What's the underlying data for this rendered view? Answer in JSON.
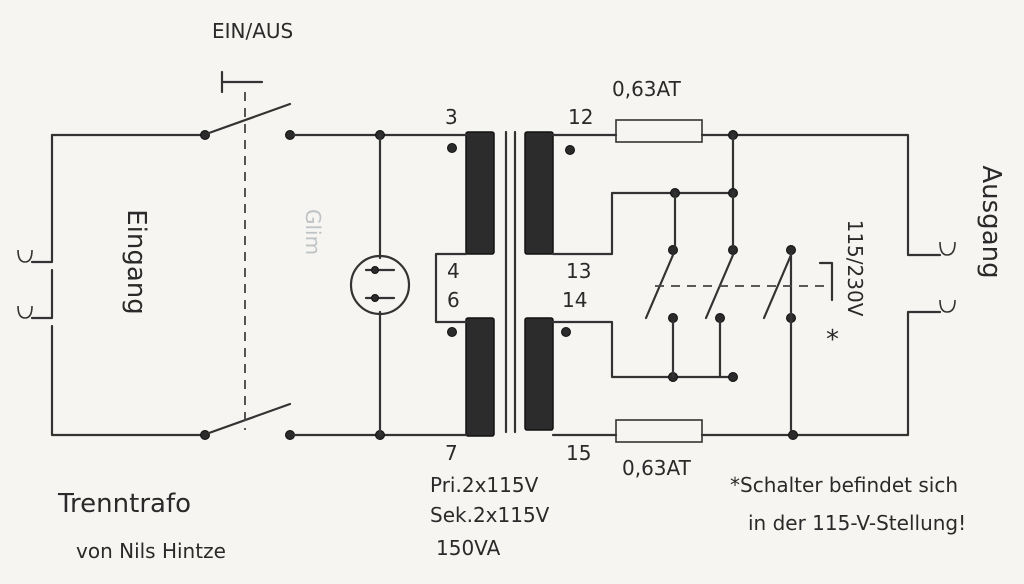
{
  "switch_label": "EIN/AUS",
  "input_label": "Eingang",
  "output_label": "Ausgang",
  "glim_label": "Glim",
  "pins": {
    "p3": "3",
    "p7": "7",
    "p12": "12",
    "p13": "13",
    "p4": "4",
    "p6": "6",
    "p14": "14",
    "p15": "15"
  },
  "fuse_top": "0,63AT",
  "fuse_bottom": "0,63AT",
  "voltage_switch": "115/230V",
  "asterisk": "*",
  "specs": [
    "Pri.2x115V",
    "Sek.2x115V",
    "150VA"
  ],
  "note": [
    "*Schalter befindet sich",
    "in der 115-V-Stellung!"
  ],
  "title": "Trenntrafo",
  "author": "von Nils Hintze",
  "colors": {
    "ink": "#2a2a2a",
    "paper": "#f6f5f2"
  }
}
